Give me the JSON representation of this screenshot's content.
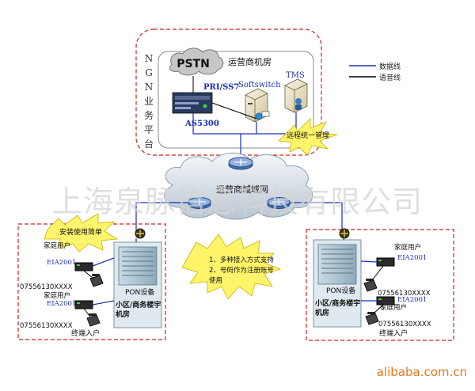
{
  "top_room": {
    "vertical_label": [
      "N",
      "G",
      "N",
      "业",
      "务",
      "平",
      "台"
    ],
    "title": "运营商机房",
    "pstn": "PSTN",
    "pri_ss7": "PRI/SS7",
    "softswitch": "Softswitch",
    "tms": "TMS",
    "as5300": "AS5300",
    "remote_mgmt": "远程统一管理"
  },
  "legend": {
    "data_line": "数据线",
    "voice_line": "语音线",
    "data_color": "#1a2fb8",
    "voice_color": "#000000"
  },
  "metro_network": "运营商城域网",
  "watermark": "上海泉脉信息科技有限公司",
  "easy_install": "安装使用简单",
  "features_burst": [
    "1、多种接入方式支持",
    "2、号码作为注册账号",
    "使用"
  ],
  "left_site": {
    "pon": "PON设备",
    "room": [
      "小区/商务楼宇",
      "机房"
    ],
    "user1_label": "家庭用户",
    "user1_device": "EIA2001",
    "user1_phone": "07556130XXXX",
    "user2_label": "家庭用户",
    "user2_device": "EIA2001",
    "user2_phone": "07556130XXXX",
    "footer": "终端入户"
  },
  "right_site": {
    "pon": "PON设备",
    "room": [
      "小区/商务楼宇",
      "机房"
    ],
    "user1_label": "家庭用户",
    "user1_device": "EIA2001",
    "user1_phone": "07556130XXXX",
    "user2_label": "家庭用户",
    "user2_device": "EIA2001",
    "user2_phone": "07556130XXXX",
    "footer": "终端入户"
  },
  "site_footer": "alibaba.com.cn"
}
